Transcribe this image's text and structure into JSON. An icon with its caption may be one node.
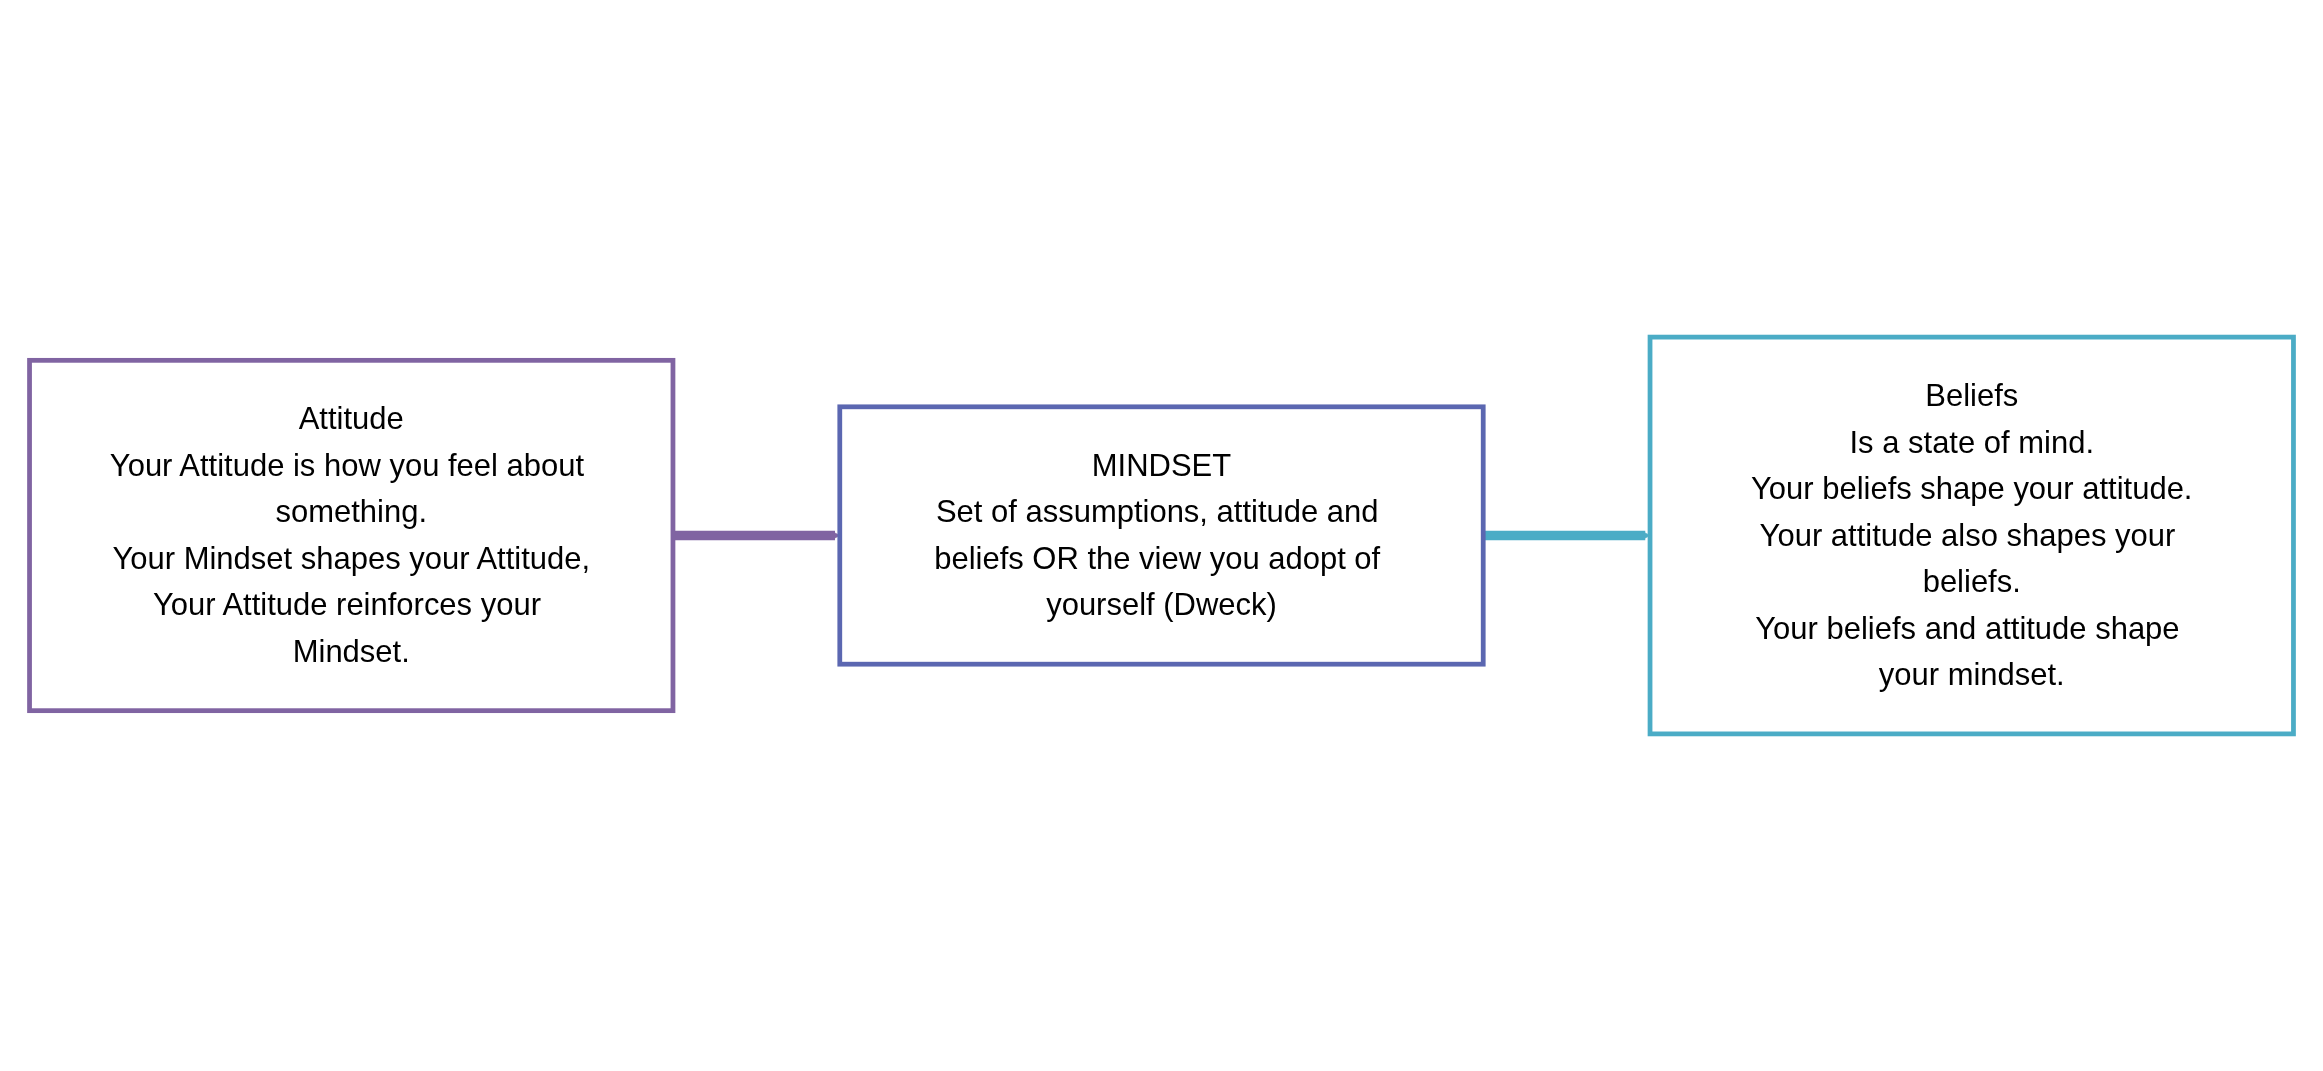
{
  "diagram": {
    "nodes": [
      {
        "text": [
          "Attitude",
          "Your Attitude is how you feel about something.",
          "Your Mindset shapes your Attitude,",
          "Your Attitude reinforces your Mindset."
        ]
      },
      {
        "text": [
          "MINDSET",
          "Set of assumptions, attitude and beliefs OR the view you adopt of yourself (Dweck)"
        ]
      },
      {
        "text": [
          "Beliefs",
          "Is a state of mind.",
          "Your beliefs shape your attitude.",
          "Your attitude also shapes your beliefs.",
          "Your beliefs and attitude shape your mindset."
        ]
      }
    ],
    "edges": [
      {
        "from": 0,
        "to": 1,
        "arrow": "to",
        "color": "#8064a2"
      },
      {
        "from": 1,
        "to": 2,
        "arrow": "to",
        "color": "#4bacc6"
      }
    ]
  }
}
